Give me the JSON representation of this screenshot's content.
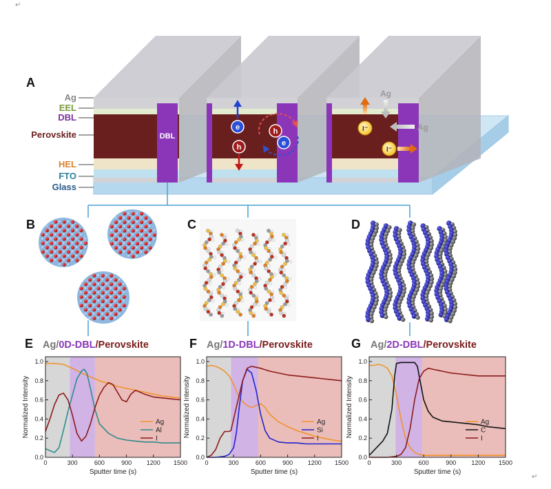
{
  "corner_mark": "↵",
  "panel_a": {
    "label": "A",
    "layers": [
      "Ag",
      "EEL",
      "DBL",
      "Perovskite",
      "HEL",
      "FTO",
      "Glass"
    ],
    "dbl_label": "DBL",
    "carrier_e": "e",
    "carrier_h": "h",
    "ion_label": "I⁻",
    "ag_label": "Ag",
    "colors": {
      "ag": "#888888",
      "eel": "#7a9a3a",
      "dbl": "#7a2f9a",
      "perovskite": "#6a1f1f",
      "hel": "#d9822b",
      "fto": "#2a7fa0",
      "glass": "#2a5a8a"
    }
  },
  "panel_b": {
    "label": "B"
  },
  "panel_c": {
    "label": "C"
  },
  "panel_d": {
    "label": "D"
  },
  "chart_data": [
    {
      "panel": "E",
      "type": "line",
      "title": {
        "ag": "Ag/",
        "dbl": "0D-DBL",
        "pero": "/Perovskite"
      },
      "xlabel": "Sputter time (s)",
      "ylabel": "Normalized Intensity",
      "xlim": [
        0,
        1500
      ],
      "ylim": [
        0,
        1.05
      ],
      "xticks": [
        0,
        300,
        600,
        900,
        1200,
        1500
      ],
      "yticks": [
        0.0,
        0.2,
        0.4,
        0.6,
        0.8,
        1.0
      ],
      "regions": [
        {
          "x0": 0,
          "x1": 270,
          "color": "#d0d0d0"
        },
        {
          "x0": 270,
          "x1": 550,
          "color": "#c9a6e0"
        },
        {
          "x0": 550,
          "x1": 1500,
          "color": "#e6b2ae"
        }
      ],
      "series": [
        {
          "name": "Ag",
          "color": "#f0932b",
          "x": [
            0,
            100,
            200,
            300,
            400,
            500,
            600,
            700,
            800,
            900,
            1000,
            1100,
            1200,
            1300,
            1400,
            1500
          ],
          "y": [
            0.98,
            0.98,
            0.97,
            0.93,
            0.88,
            0.84,
            0.8,
            0.77,
            0.74,
            0.72,
            0.7,
            0.68,
            0.66,
            0.64,
            0.63,
            0.62
          ]
        },
        {
          "name": "Al",
          "color": "#2e8b8b",
          "x": [
            0,
            50,
            100,
            150,
            200,
            250,
            300,
            350,
            400,
            430,
            460,
            500,
            550,
            600,
            700,
            800,
            900,
            1000,
            1100,
            1200,
            1300,
            1400,
            1500
          ],
          "y": [
            0.09,
            0.07,
            0.05,
            0.1,
            0.28,
            0.48,
            0.65,
            0.82,
            0.9,
            0.92,
            0.88,
            0.72,
            0.5,
            0.35,
            0.25,
            0.2,
            0.18,
            0.17,
            0.16,
            0.16,
            0.15,
            0.15,
            0.15
          ]
        },
        {
          "name": "I",
          "color": "#8b1a1a",
          "x": [
            0,
            50,
            100,
            150,
            200,
            250,
            300,
            350,
            400,
            450,
            500,
            550,
            600,
            650,
            700,
            750,
            800,
            850,
            900,
            950,
            1000,
            1100,
            1200,
            1300,
            1400,
            1500
          ],
          "y": [
            0.27,
            0.4,
            0.55,
            0.65,
            0.67,
            0.6,
            0.44,
            0.25,
            0.17,
            0.22,
            0.35,
            0.52,
            0.65,
            0.73,
            0.78,
            0.76,
            0.68,
            0.6,
            0.58,
            0.66,
            0.7,
            0.66,
            0.63,
            0.62,
            0.61,
            0.6
          ]
        }
      ]
    },
    {
      "panel": "F",
      "type": "line",
      "title": {
        "ag": "Ag/",
        "dbl": "1D-DBL",
        "pero": "/Perovskite"
      },
      "xlabel": "Sputter time (s)",
      "ylabel": "Normalized Intensity",
      "xlim": [
        0,
        1500
      ],
      "ylim": [
        0,
        1.05
      ],
      "xticks": [
        0,
        300,
        600,
        900,
        1200,
        1500
      ],
      "yticks": [
        0.0,
        0.2,
        0.4,
        0.6,
        0.8,
        1.0
      ],
      "regions": [
        {
          "x0": 0,
          "x1": 270,
          "color": "#d0d0d0"
        },
        {
          "x0": 270,
          "x1": 570,
          "color": "#c9a6e0"
        },
        {
          "x0": 570,
          "x1": 1500,
          "color": "#e6b2ae"
        }
      ],
      "series": [
        {
          "name": "Ag",
          "color": "#f0932b",
          "x": [
            0,
            50,
            100,
            150,
            200,
            250,
            300,
            350,
            400,
            450,
            500,
            550,
            600,
            650,
            700,
            800,
            900,
            1000,
            1100,
            1200,
            1300,
            1400,
            1500
          ],
          "y": [
            0.95,
            0.96,
            0.95,
            0.93,
            0.9,
            0.85,
            0.76,
            0.65,
            0.58,
            0.54,
            0.52,
            0.54,
            0.56,
            0.52,
            0.45,
            0.37,
            0.32,
            0.28,
            0.25,
            0.22,
            0.2,
            0.18,
            0.17
          ]
        },
        {
          "name": "Si",
          "color": "#2222cc",
          "x": [
            0,
            100,
            200,
            250,
            300,
            330,
            360,
            400,
            450,
            500,
            550,
            600,
            650,
            700,
            800,
            900,
            1000,
            1100,
            1200,
            1300,
            1400,
            1500
          ],
          "y": [
            0,
            0,
            0.01,
            0.03,
            0.1,
            0.25,
            0.5,
            0.8,
            0.92,
            0.88,
            0.7,
            0.45,
            0.28,
            0.2,
            0.16,
            0.15,
            0.15,
            0.14,
            0.14,
            0.14,
            0.14,
            0.14
          ]
        },
        {
          "name": "I",
          "color": "#8b1a1a",
          "x": [
            0,
            50,
            100,
            150,
            200,
            250,
            270,
            300,
            350,
            400,
            450,
            500,
            550,
            600,
            700,
            800,
            900,
            1000,
            1100,
            1200,
            1300,
            1400,
            1500
          ],
          "y": [
            0,
            0.02,
            0.08,
            0.2,
            0.27,
            0.27,
            0.28,
            0.4,
            0.6,
            0.8,
            0.93,
            0.95,
            0.94,
            0.93,
            0.9,
            0.88,
            0.86,
            0.85,
            0.84,
            0.83,
            0.82,
            0.81,
            0.8
          ]
        }
      ]
    },
    {
      "panel": "G",
      "type": "line",
      "title": {
        "ag": "Ag/",
        "dbl": "2D-DBL",
        "pero": "/Perovskite"
      },
      "xlabel": "Sputter time (s)",
      "ylabel": "Normalized Intensity",
      "xlim": [
        0,
        1500
      ],
      "ylim": [
        0,
        1.05
      ],
      "xticks": [
        0,
        300,
        600,
        900,
        1200,
        1500
      ],
      "yticks": [
        0.0,
        0.2,
        0.4,
        0.6,
        0.8,
        1.0
      ],
      "regions": [
        {
          "x0": 0,
          "x1": 290,
          "color": "#d0d0d0"
        },
        {
          "x0": 290,
          "x1": 580,
          "color": "#c9a6e0"
        },
        {
          "x0": 580,
          "x1": 1500,
          "color": "#e6b2ae"
        }
      ],
      "series": [
        {
          "name": "Ag",
          "color": "#f0932b",
          "x": [
            0,
            50,
            100,
            150,
            200,
            250,
            300,
            350,
            400,
            450,
            500,
            550,
            600,
            700,
            800,
            900,
            1000,
            1100,
            1200,
            1300,
            1400,
            1500
          ],
          "y": [
            0.96,
            0.96,
            0.97,
            0.96,
            0.93,
            0.85,
            0.65,
            0.4,
            0.2,
            0.1,
            0.05,
            0.03,
            0.02,
            0.02,
            0.02,
            0.02,
            0.02,
            0.02,
            0.02,
            0.02,
            0.02,
            0.02
          ]
        },
        {
          "name": "C",
          "color": "#111111",
          "x": [
            0,
            50,
            100,
            150,
            200,
            250,
            280,
            300,
            350,
            400,
            450,
            500,
            530,
            560,
            600,
            650,
            700,
            800,
            900,
            1000,
            1100,
            1200,
            1300,
            1400,
            1500
          ],
          "y": [
            0.02,
            0.07,
            0.12,
            0.17,
            0.25,
            0.5,
            0.85,
            0.98,
            0.99,
            0.99,
            0.99,
            0.99,
            0.95,
            0.8,
            0.6,
            0.48,
            0.42,
            0.38,
            0.37,
            0.36,
            0.35,
            0.34,
            0.32,
            0.31,
            0.3
          ]
        },
        {
          "name": "I",
          "color": "#8b1a1a",
          "x": [
            0,
            100,
            200,
            300,
            350,
            400,
            450,
            500,
            550,
            600,
            650,
            700,
            800,
            900,
            1000,
            1100,
            1200,
            1300,
            1400,
            1500
          ],
          "y": [
            0,
            0,
            0,
            0.01,
            0.03,
            0.1,
            0.3,
            0.6,
            0.82,
            0.9,
            0.93,
            0.92,
            0.9,
            0.88,
            0.87,
            0.86,
            0.85,
            0.85,
            0.85,
            0.85
          ]
        }
      ]
    }
  ]
}
